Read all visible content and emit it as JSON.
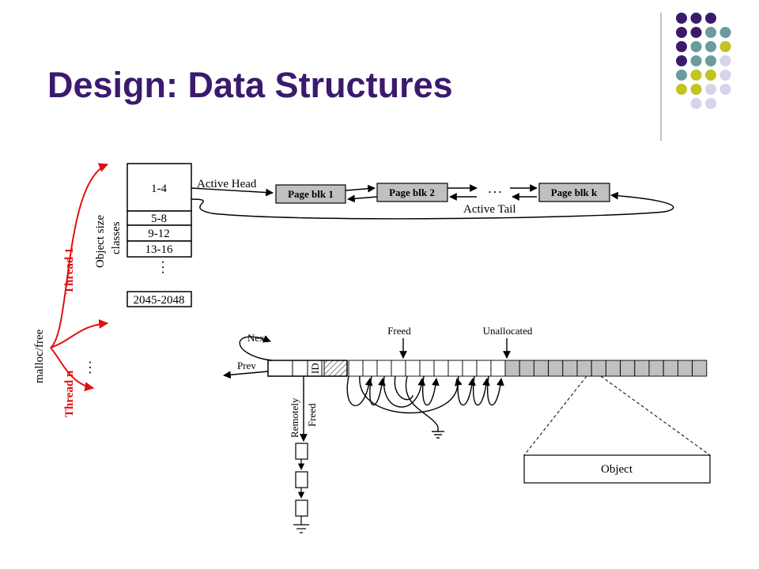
{
  "slide": {
    "title": "Design: Data Structures",
    "colors": {
      "title": "#3b1a6e",
      "purple": "#3b1a6e",
      "teal": "#6a9c9c",
      "lime": "#c3c322",
      "lavender": "#d4d4ea",
      "red_arrows": "#e01010",
      "page_block": "#c0c0c0"
    }
  },
  "diagram": {
    "thread1": "Thread 1",
    "threadn": "Thread n",
    "malloc_free": "malloc/free",
    "thread_ellipsis": ". . .",
    "object_size": "Object size",
    "classes": "classes",
    "size_classes": [
      "1-4",
      "5-8",
      "9-12",
      "13-16"
    ],
    "size_ellipsis": ". . .",
    "last_class": "2045-2048",
    "active_head": "Active Head",
    "active_tail": "Active Tail",
    "page_blocks": [
      "Page blk 1",
      "Page blk 2",
      "Page blk k"
    ],
    "page_ellipsis": ". . .",
    "next": "Next",
    "prev": "Prev",
    "id": "ID",
    "freed": "Freed",
    "unallocated": "Unallocated",
    "remotely": "Remotely",
    "remotely_freed": "Freed",
    "object": "Object"
  }
}
